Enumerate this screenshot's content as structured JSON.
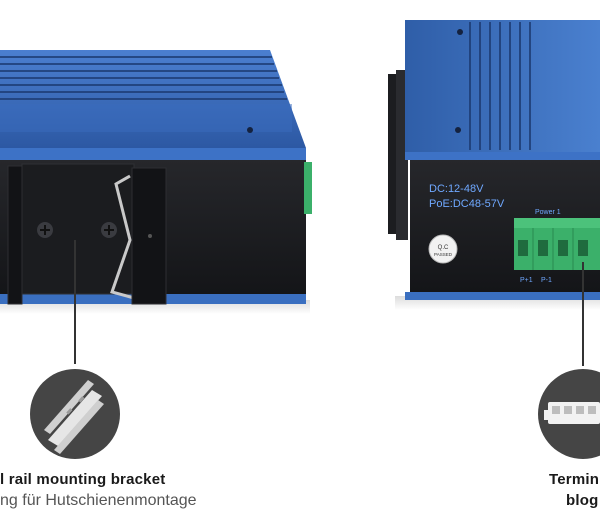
{
  "device_labels": {
    "voltage": "DC:12-48V",
    "poe_voltage": "PoE:DC48-57V",
    "power_label": "Power 1",
    "terminal_pin_pos": "P+1",
    "terminal_pin_neg": "P-1",
    "qc_label_top": "Q.C",
    "qc_label_bottom": "PASSED"
  },
  "captions": {
    "left_title": "l rail mounting bracket",
    "left_subtitle": "ng für Hutschienenmontage",
    "right_title": "Termin",
    "right_subtitle": "blog"
  },
  "icons": {
    "left": "din-rail-icon",
    "right": "terminal-block-icon"
  },
  "colors": {
    "housing_blue": "#3a6fc0",
    "housing_blue_dark": "#2a4f8f",
    "panel_black": "#1c1d20",
    "terminal_green": "#3bb06a",
    "label_text_blue": "#6fa8ff",
    "icon_circle": "#444444"
  }
}
